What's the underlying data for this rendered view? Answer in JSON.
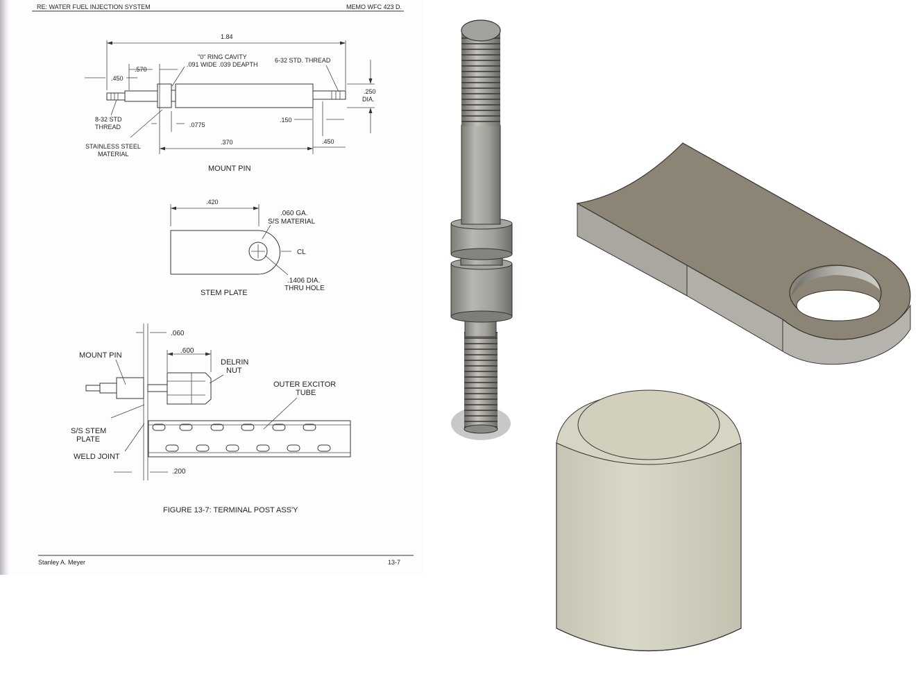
{
  "document": {
    "header_left": "RE: WATER FUEL INJECTION SYSTEM",
    "header_right": "MEMO WFC 423 D.",
    "footer_left": "Stanley A. Meyer",
    "footer_right": "13-7",
    "figure_caption": "FIGURE 13-7: TERMINAL POST ASS'Y"
  },
  "mount_pin": {
    "title": "MOUNT PIN",
    "dim_overall": "1.84",
    "dim_570": ".570",
    "dim_450_left": ".450",
    "o_ring_line1": "\"0\" RING CAVITY",
    "o_ring_line2": ".091 WIDE .039 DEAPTH",
    "thread_right": "6-32 STD. THREAD",
    "dia_line1": ".250",
    "dia_line2": "DIA.",
    "thread_left_line1": "8-32 STD",
    "thread_left_line2": "THREAD",
    "dim_0775": ".0775",
    "dim_150": ".150",
    "material_line1": "STAINLESS STEEL",
    "material_line2": "MATERIAL",
    "dim_370": ".370",
    "dim_450_right": ".450"
  },
  "stem_plate": {
    "title": "STEM PLATE",
    "dim_420": ".420",
    "gauge_line1": ".060 GA.",
    "gauge_line2": "S/S MATERIAL",
    "cl": "CL",
    "hole_line1": ".1406 DIA.",
    "hole_line2": "THRU HOLE"
  },
  "assembly": {
    "dim_060": ".060",
    "mount_pin": "MOUNT PIN",
    "dim_600": ".600",
    "delrin_line1": "DELRIN",
    "delrin_line2": "NUT",
    "outer_line1": "OUTER EXCITOR",
    "outer_line2": "TUBE",
    "ss_line1": "S/S STEM",
    "ss_line2": "PLATE",
    "weld": "WELD JOINT",
    "dim_200": ".200"
  },
  "render_colors": {
    "pin_metal": "#9a9892",
    "plate_top": "#8c8575",
    "plate_side": "#a8a69f",
    "nut": "#d3d1c0"
  }
}
